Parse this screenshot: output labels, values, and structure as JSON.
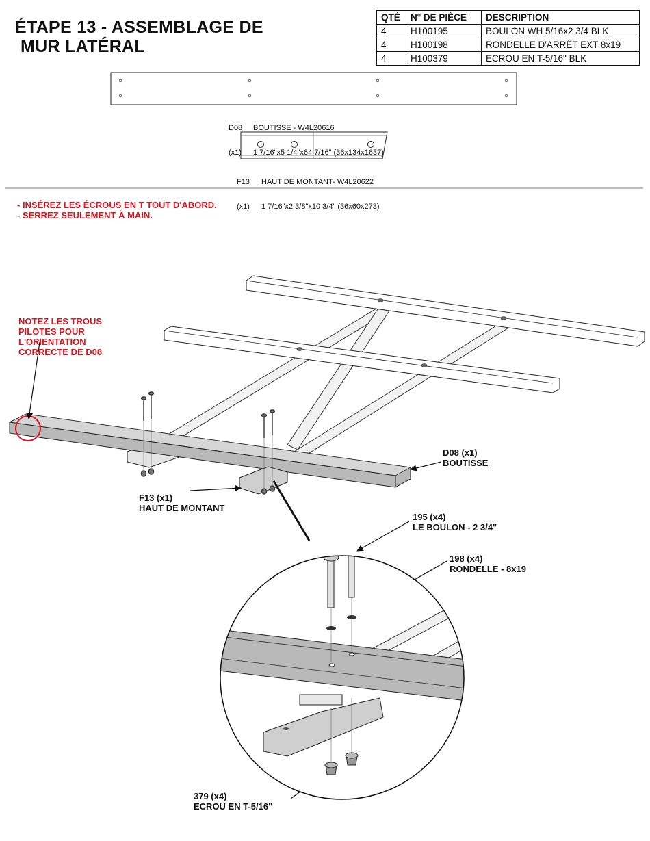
{
  "step": {
    "title_line1": "ÉTAPE 13 - ASSEMBLAGE DE",
    "title_line2": "MUR LATÉRAL"
  },
  "parts_table": {
    "headers": [
      "QTÉ",
      "N° DE PIÈCE",
      "DESCRIPTION"
    ],
    "rows": [
      {
        "qty": "4",
        "part": "H100195",
        "desc": "BOULON WH 5/16x2 3/4 BLK"
      },
      {
        "qty": "4",
        "part": "H100198",
        "desc": "RONDELLE D'ARRÊT EXT 8x19"
      },
      {
        "qty": "4",
        "part": "H100379",
        "desc": "ECROU EN T-5/16\" BLK"
      }
    ]
  },
  "components": {
    "d08": {
      "code": "D08",
      "qty": "(x1)",
      "name": "BOUTISSE - W4L20616",
      "dims": "1 7/16\"x5 1/4\"x64 7/16\" (36x134x1637)"
    },
    "f13": {
      "code": "F13",
      "qty": "(x1)",
      "name": "HAUT DE MONTANT- W4L20622",
      "dims": "1 7/16\"x2 3/8\"x10 3/4\" (36x60x273)"
    }
  },
  "notes": {
    "line1": "- INSÉREZ LES ÉCROUS EN T TOUT D'ABORD.",
    "line2": "- SERREZ SEULEMENT À MAIN."
  },
  "pilot_note": {
    "line1": "NOTEZ LES TROUS",
    "line2": "PILOTES POUR",
    "line3": "L'ORIENTATION",
    "line4": "CORRECTE DE D08"
  },
  "callouts": {
    "d08": {
      "line1": "D08 (x1)",
      "line2": "BOUTISSE"
    },
    "f13": {
      "line1": "F13 (x1)",
      "line2": "HAUT DE MONTANT"
    },
    "bolt": {
      "line1": "195 (x4)",
      "line2": "LE BOULON - 2 3/4\""
    },
    "washer": {
      "line1": "198 (x4)",
      "line2": "RONDELLE - 8x19"
    },
    "nut": {
      "line1": "379 (x4)",
      "line2": "ECROU EN T-5/16\""
    }
  },
  "colors": {
    "note_red": "#e0141e",
    "board_fill": "#b9b9b9",
    "line": "#222222"
  }
}
